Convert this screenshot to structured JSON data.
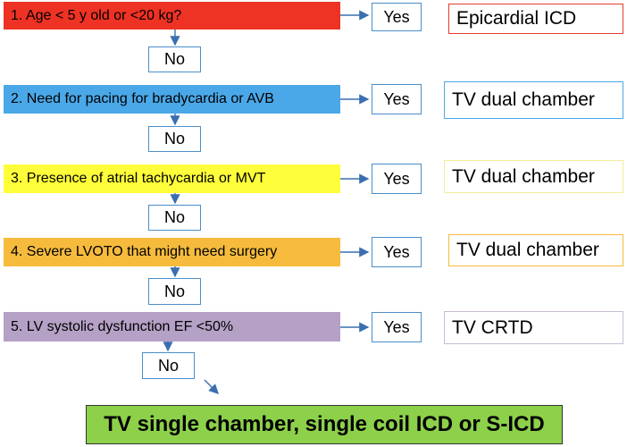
{
  "colors": {
    "q1": "#ee3224",
    "q2": "#4aa8e8",
    "q3": "#fffe3a",
    "q4": "#f6bb3d",
    "q5": "#b5a0c6",
    "arrow": "#3a6fb0",
    "final": "#8dd04a"
  },
  "questions": [
    {
      "text": "1. Age < 5 y old or <20 kg?",
      "yes": "Yes",
      "no": "No",
      "result": "Epicardial ICD"
    },
    {
      "text": "2. Need for pacing for bradycardia or AVB",
      "yes": "Yes",
      "no": "No",
      "result": "TV dual chamber"
    },
    {
      "text": "3. Presence of atrial tachycardia or MVT",
      "yes": "Yes",
      "no": "No",
      "result": "TV dual chamber"
    },
    {
      "text": "4. Severe LVOTO that might need surgery",
      "yes": "Yes",
      "no": "No",
      "result": "TV dual chamber"
    },
    {
      "text": "5. LV systolic dysfunction EF <50%",
      "yes": "Yes",
      "no": "No",
      "result": "TV CRTD"
    }
  ],
  "final": "TV single chamber, single coil ICD or S-ICD"
}
